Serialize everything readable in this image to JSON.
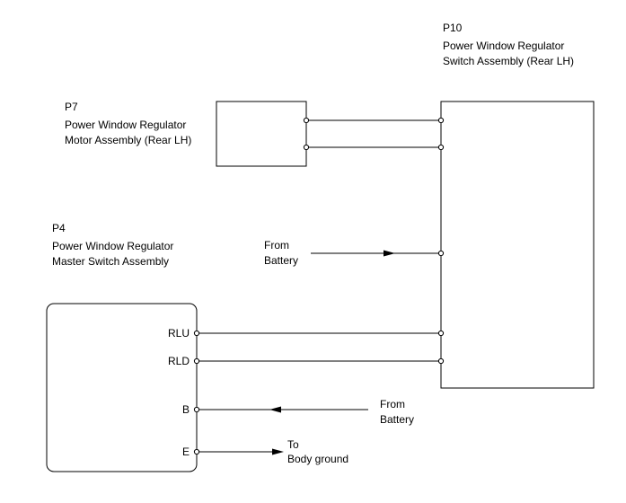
{
  "components": {
    "p10": {
      "code": "P10",
      "name_line1": "Power Window Regulator",
      "name_line2": "Switch Assembly (Rear LH)"
    },
    "p7": {
      "code": "P7",
      "name_line1": "Power Window Regulator",
      "name_line2": "Motor Assembly (Rear LH)"
    },
    "p4": {
      "code": "P4",
      "name_line1": "Power Window Regulator",
      "name_line2": "Master Switch Assembly"
    }
  },
  "pins": {
    "rlu": "RLU",
    "rld": "RLD",
    "b": "B",
    "e": "E"
  },
  "annotations": {
    "from_battery_p10": {
      "line1": "From",
      "line2": "Battery"
    },
    "from_battery_p4": {
      "line1": "From",
      "line2": "Battery"
    },
    "to_body_ground": {
      "line1": "To",
      "line2": "Body ground"
    }
  }
}
